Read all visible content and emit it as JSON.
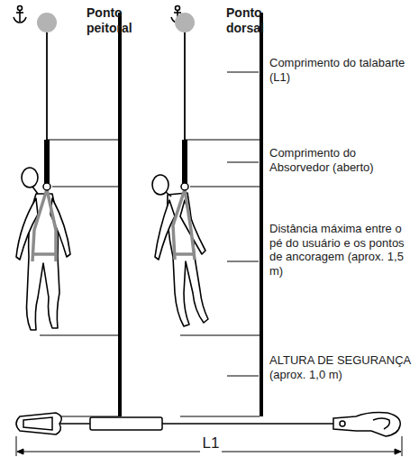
{
  "diagram": {
    "labels": [
      "Ponto peitoral",
      "Ponto dorsal",
      "Comprimento do talabarte (L1)",
      "Comprimento do Absorvedor (aberto)",
      "Distância máxima entre o pé do usuário e os pontos de ancoragem (aprox. 1,5 m)",
      "ALTURA DE SEGURANÇA (aprox. 1,0 m)",
      "L1"
    ]
  }
}
